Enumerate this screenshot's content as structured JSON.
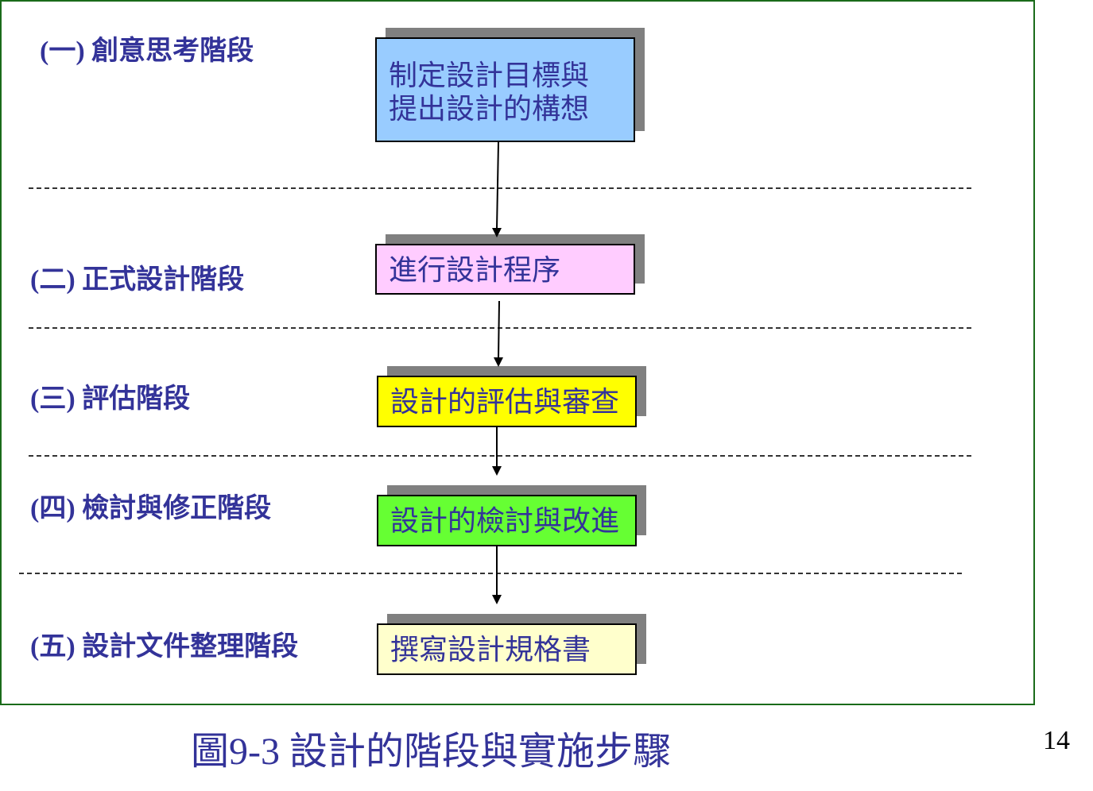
{
  "stages": [
    {
      "label": "(一) 創意思考階段"
    },
    {
      "label": "(二) 正式設計階段"
    },
    {
      "label": "(三) 評估階段"
    },
    {
      "label": "(四) 檢討與修正階段"
    },
    {
      "label": "(五) 設計文件整理階段"
    }
  ],
  "boxes": [
    {
      "lines": [
        "制定設計目標與",
        "提出設計的構想"
      ],
      "fill": "#99ccff"
    },
    {
      "lines": [
        "進行設計程序"
      ],
      "fill": "#ffccff"
    },
    {
      "lines": [
        "設計的評估與審查"
      ],
      "fill": "#ffff00"
    },
    {
      "lines": [
        "設計的檢討與改進"
      ],
      "fill": "#66ff33"
    },
    {
      "lines": [
        "撰寫設計規格書"
      ],
      "fill": "#ffffcc"
    }
  ],
  "colors": {
    "text": "#333399",
    "frame": "#1a6b1a",
    "shadow": "#808080"
  },
  "caption": "圖9-3 設計的階段與實施步驟",
  "page_number": "14"
}
